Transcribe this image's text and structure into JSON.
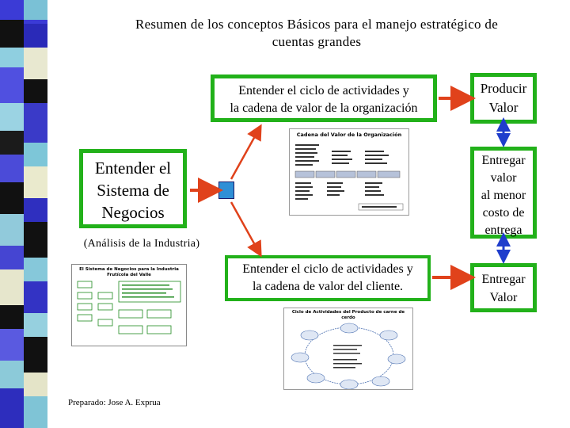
{
  "title_line1": "Resumen de los conceptos Básicos para el manejo estratégico de",
  "title_line2": "cuentas grandes",
  "box_top": {
    "line1": "Entender el ciclo de actividades y",
    "line2": "la cadena de valor de la organización"
  },
  "box_center": {
    "line1": "Entender el",
    "line2": "Sistema de",
    "line3": "Negocios"
  },
  "industry_label": "(Análisis de la Industria)",
  "box_bottom": {
    "line1": "Entender el ciclo de actividades y",
    "line2": "la cadena de valor del cliente."
  },
  "right_top": {
    "line1": "Producir",
    "line2": "Valor"
  },
  "right_mid": {
    "line1": "Entregar",
    "line2": "valor",
    "line3": "al menor",
    "line4": "costo de",
    "line5": "entrega"
  },
  "right_bottom": {
    "line1": "Entregar",
    "line2": "Valor"
  },
  "thumb_value_chain_title": "Cadena del Valor de la Organización",
  "thumb_business_title": "El Sistema de Negocios para la Industria Frutícola del Valle",
  "thumb_cycle_title": "Ciclo de Actividades del Producto de carne de cerdo",
  "footer": "Preparado: Jose A. Exprua",
  "colors": {
    "green": "#22b11a",
    "arrow_red": "#e0421b",
    "arrow_blue": "#1f3dcc",
    "connector_fill": "#2f8fd6"
  }
}
